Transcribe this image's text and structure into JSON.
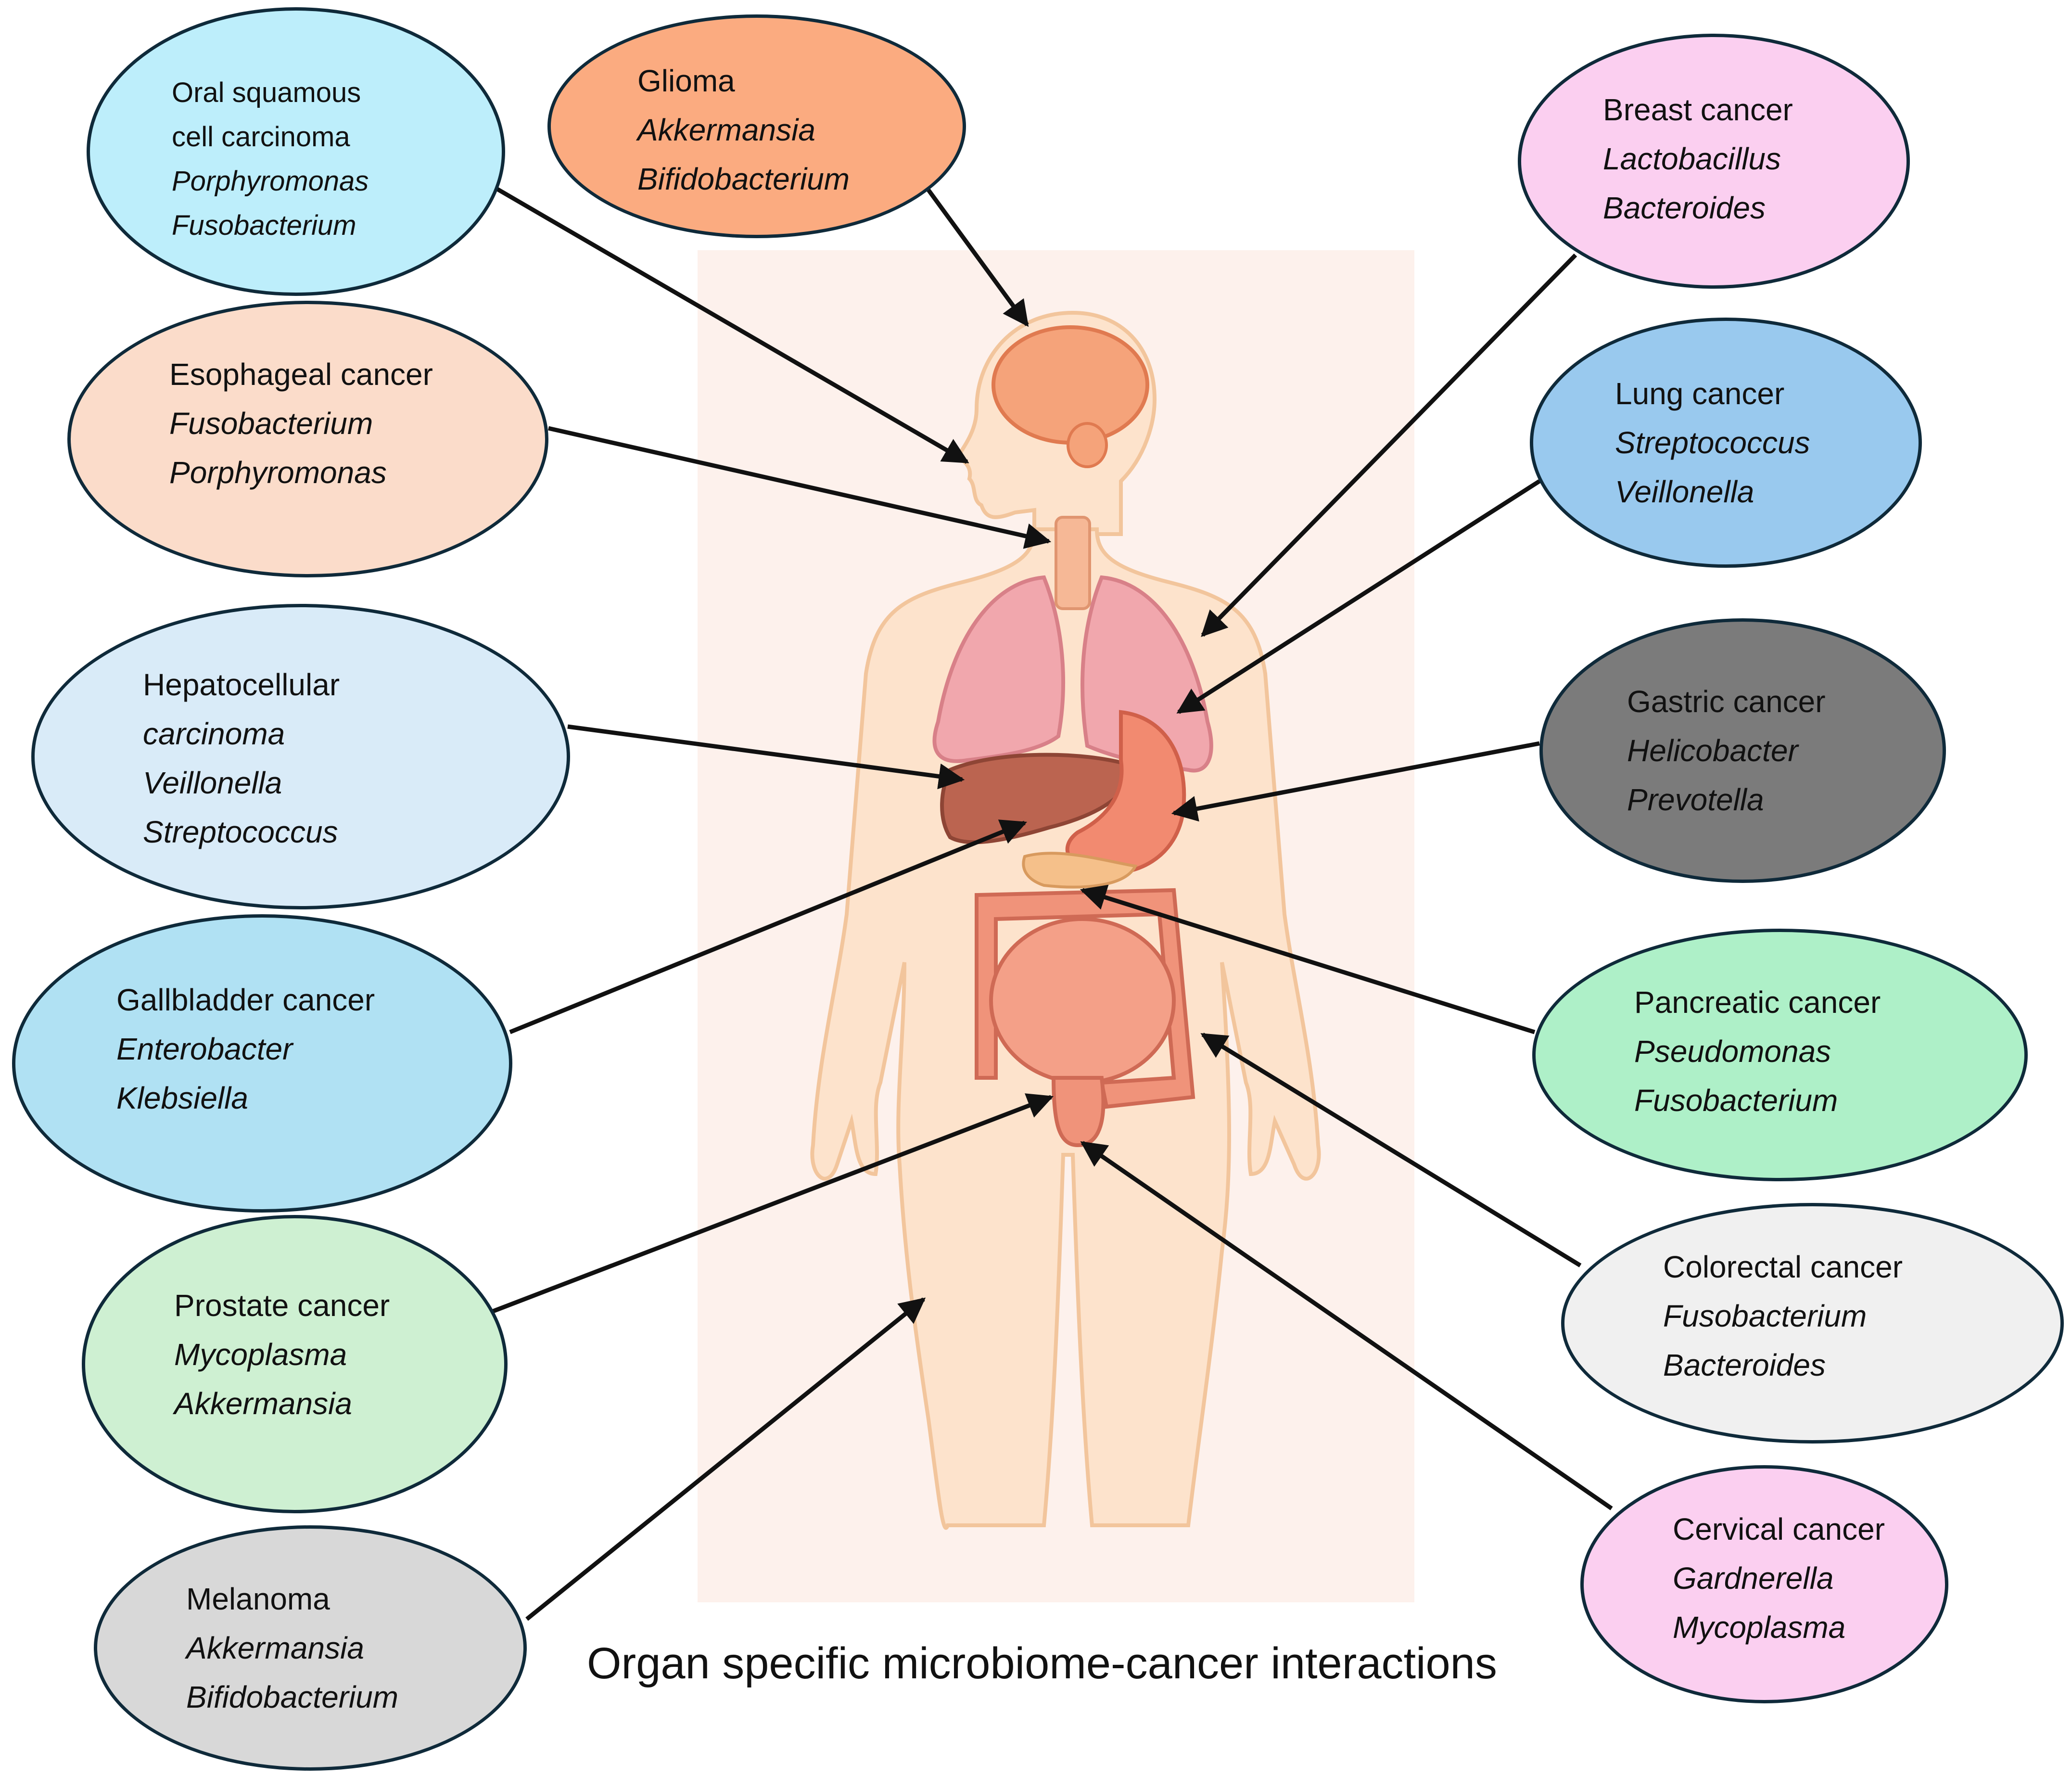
{
  "caption": "Organ specific microbiome-cancer interactions",
  "colors": {
    "stroke": "#0f2a3a",
    "arrow": "#111111",
    "body": "#fde3cc",
    "body_outline": "#f2c59c",
    "panel": "#fdf0ea"
  },
  "bubbles": [
    {
      "id": "oral",
      "lines": [
        "Oral squamous",
        "cell carcinoma"
      ],
      "species": [
        "Porphyromonas",
        "Fusobacterium"
      ],
      "fill": "#bdeefb"
    },
    {
      "id": "glioma",
      "lines": [
        "Glioma"
      ],
      "species": [
        "Akkermansia",
        "Bifidobacterium"
      ],
      "fill": "#fbab80"
    },
    {
      "id": "breast",
      "lines": [
        "Breast cancer"
      ],
      "species": [
        "Lactobacillus",
        "Bacteroides"
      ],
      "fill": "#fbcff0"
    },
    {
      "id": "esophageal",
      "lines": [
        "Esophageal cancer"
      ],
      "species": [
        "Fusobacterium",
        "Porphyromonas"
      ],
      "fill": "#fbdcca"
    },
    {
      "id": "lung",
      "lines": [
        "Lung cancer"
      ],
      "species": [
        "Streptococcus",
        "Veillonella"
      ],
      "fill": "#99c9ee"
    },
    {
      "id": "hepatocellular",
      "lines": [
        "Hepatocellular"
      ],
      "species": [
        "carcinoma",
        "Veillonella",
        "Streptococcus"
      ],
      "fill": "#d9ebf8"
    },
    {
      "id": "gastric",
      "lines": [
        "Gastric cancer"
      ],
      "species": [
        "Helicobacter",
        "Prevotella"
      ],
      "fill": "#7b7b7b"
    },
    {
      "id": "gallbladder",
      "lines": [
        "Gallbladder cancer"
      ],
      "species": [
        "Enterobacter",
        "Klebsiella"
      ],
      "fill": "#b0e1f3"
    },
    {
      "id": "pancreatic",
      "lines": [
        "Pancreatic cancer"
      ],
      "species": [
        "Pseudomonas",
        "Fusobacterium"
      ],
      "fill": "#aef0c8"
    },
    {
      "id": "colorectal",
      "lines": [
        "Colorectal cancer"
      ],
      "species": [
        "Fusobacterium",
        "Bacteroides"
      ],
      "fill": "#f0f0f0"
    },
    {
      "id": "prostate",
      "lines": [
        "Prostate cancer"
      ],
      "species": [
        "Mycoplasma",
        "Akkermansia"
      ],
      "fill": "#cef0d2"
    },
    {
      "id": "cervical",
      "lines": [
        "Cervical cancer"
      ],
      "species": [
        "Gardnerella",
        "Mycoplasma"
      ],
      "fill": "#fbcff0"
    },
    {
      "id": "melanoma",
      "lines": [
        "Melanoma"
      ],
      "species": [
        "Akkermansia",
        "Bifidobacterium"
      ],
      "fill": "#d8d8d8"
    }
  ]
}
